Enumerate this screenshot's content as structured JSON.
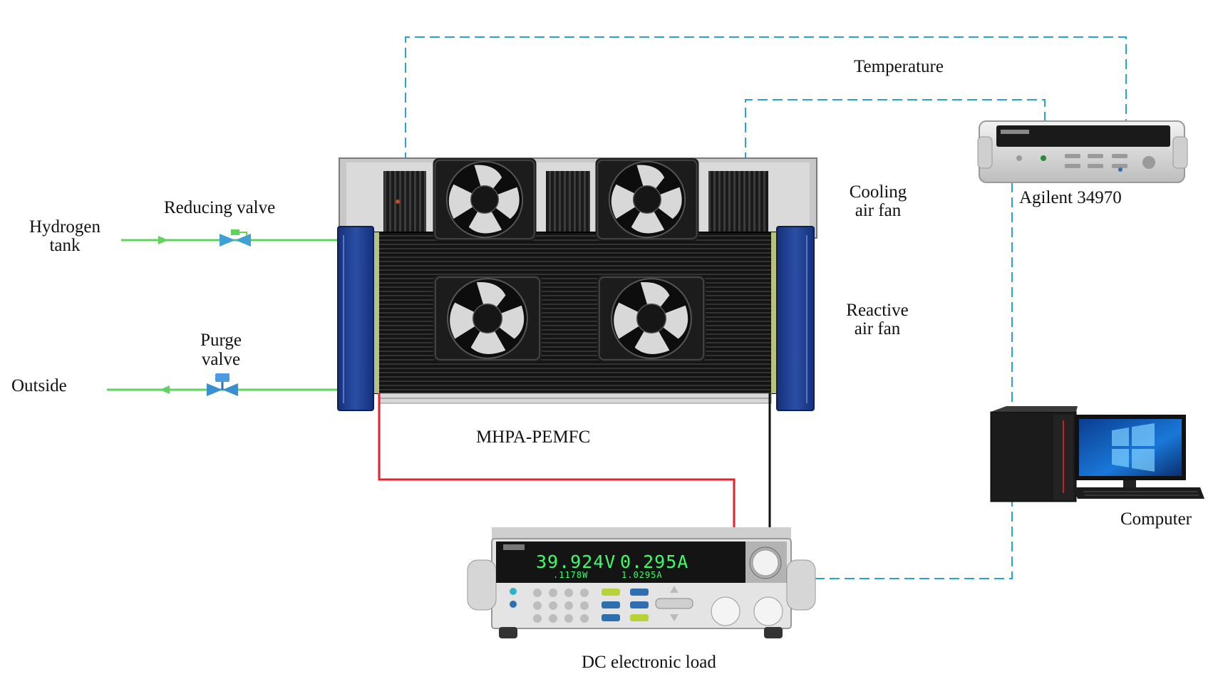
{
  "labels": {
    "temperature": "Temperature",
    "agilent": "Agilent 34970",
    "cooling_fan_line1": "Cooling",
    "cooling_fan_line2": "air fan",
    "reactive_fan_line1": "Reactive",
    "reactive_fan_line2": "air fan",
    "reducing_valve": "Reducing valve",
    "hydrogen_line1": "Hydrogen",
    "hydrogen_line2": "tank",
    "purge_line1": "Purge",
    "purge_line2": "valve",
    "outside": "Outside",
    "stack": "MHPA-PEMFC",
    "computer": "Computer",
    "dc_load": "DC electronic load"
  },
  "dc_load_display": {
    "voltage": "39.924V",
    "current": "0.295A",
    "power": ".1178W",
    "sub_current": "1.0295A"
  },
  "colors": {
    "signal_line": "#2aa3cf",
    "gas_line": "#5fd35f",
    "positive_wire": "#e8202a",
    "negative_wire": "#111111",
    "stack_endplate": "#1f3a8c"
  }
}
